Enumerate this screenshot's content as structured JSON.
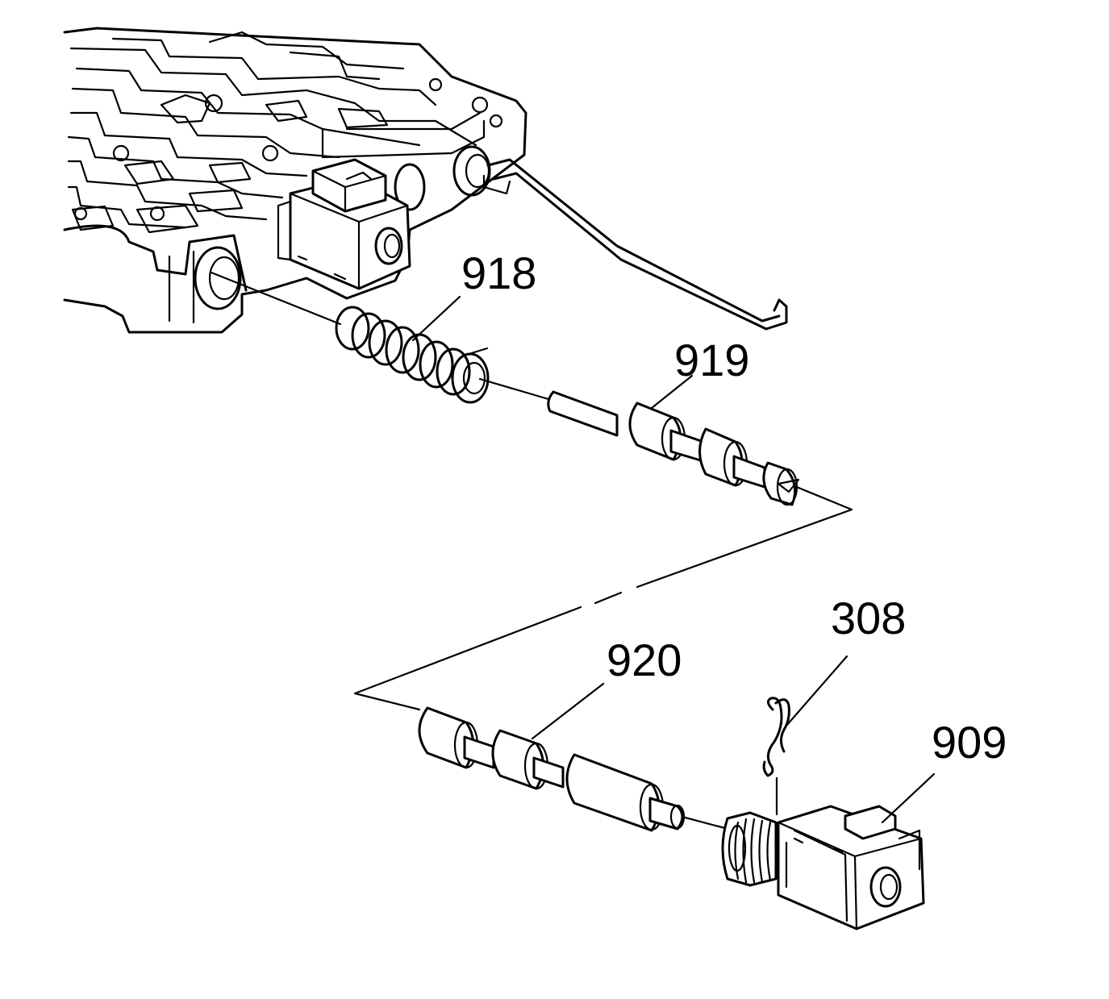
{
  "callouts": {
    "c918": "918",
    "c919": "919",
    "c920": "920",
    "c308": "308",
    "c909": "909"
  }
}
